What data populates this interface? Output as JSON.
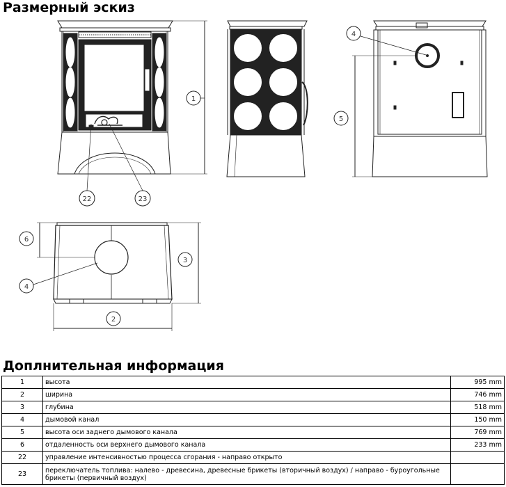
{
  "sections": {
    "sketch_title": "Размерный эскиз",
    "info_title": "Доплнительная информация"
  },
  "callouts": [
    "1",
    "2",
    "3",
    "4",
    "5",
    "6",
    "22",
    "23"
  ],
  "rows": [
    {
      "num": "1",
      "desc": "высота",
      "value": "995 mm"
    },
    {
      "num": "2",
      "desc": "ширина",
      "value": "746 mm"
    },
    {
      "num": "3",
      "desc": "глубина",
      "value": "518 mm"
    },
    {
      "num": "4",
      "desc": "дымовой канал",
      "value": "150 mm"
    },
    {
      "num": "5",
      "desc": "высота оси заднего дымового канала",
      "value": "769 mm"
    },
    {
      "num": "6",
      "desc": "отдаленность оси верхнего дымового канала",
      "value": "233 mm"
    },
    {
      "num": "22",
      "desc": "управление интенсивностью процесса сгорания - направо открыто",
      "value": ""
    },
    {
      "num": "23",
      "desc": "переключатель топлива: налево - древесина, древесные брикеты (вторичный воздух) / направо - буроугольные брикеты (первичный воздух)",
      "value": ""
    }
  ]
}
